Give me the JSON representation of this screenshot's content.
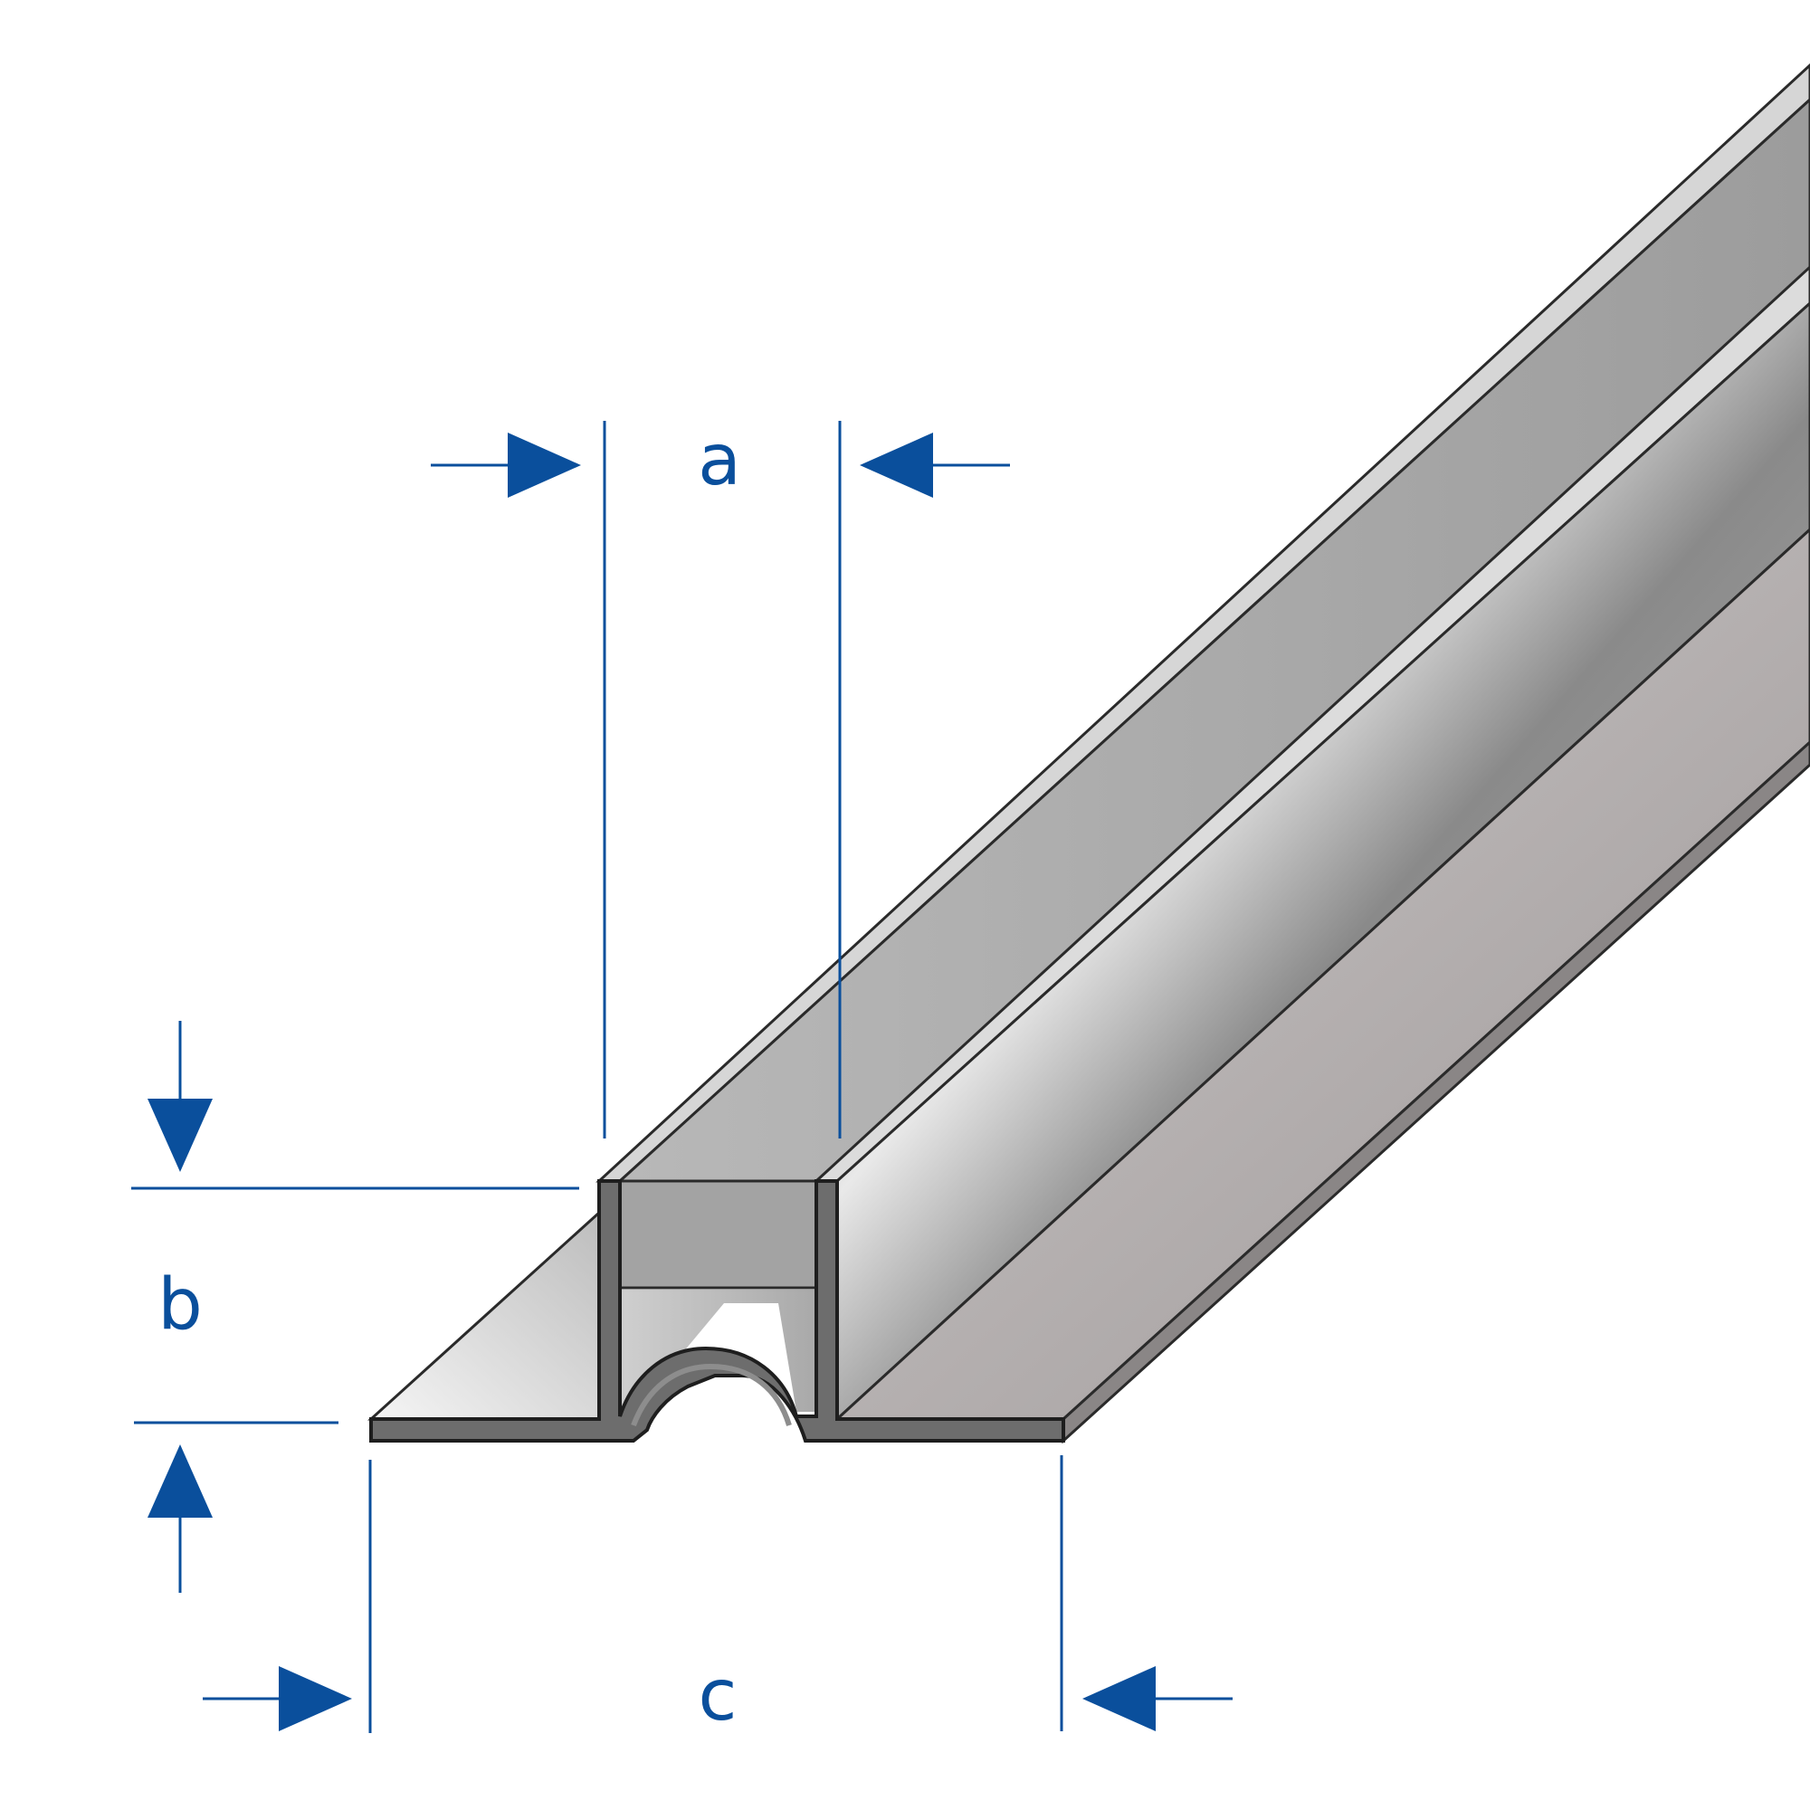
{
  "diagram": {
    "colors": {
      "dimension_blue": "#0a4f9c",
      "profile_outline": "#2a2a2a",
      "profile_face_light": "#c9c9c9",
      "profile_face_mid": "#a7a7a7",
      "profile_face_dark": "#7d7d7d",
      "profile_highlight": "#f2f2f2",
      "profile_section": "#6a6a6a"
    },
    "dimensions": {
      "a": {
        "label": "a"
      },
      "b": {
        "label": "b"
      },
      "c": {
        "label": "c"
      }
    }
  }
}
